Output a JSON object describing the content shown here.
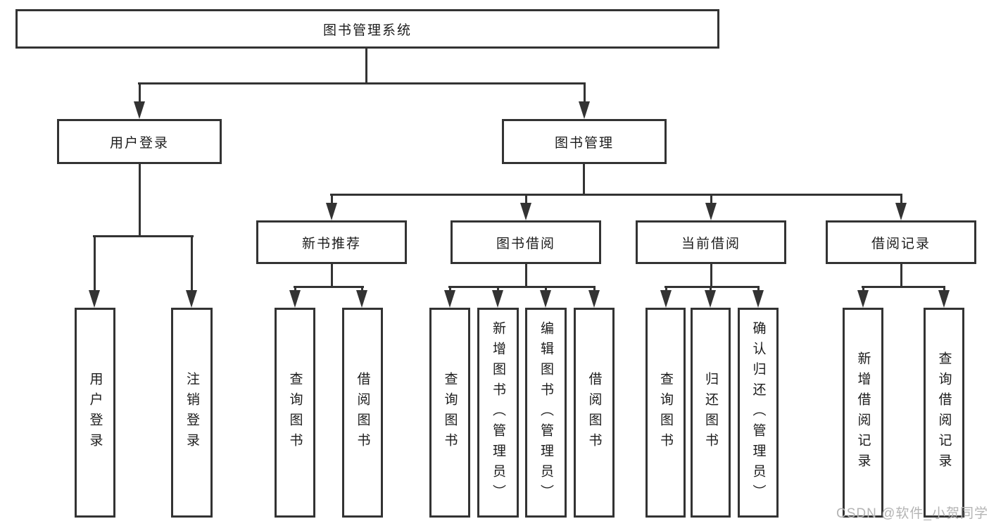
{
  "tree": {
    "root": {
      "label": "图书管理系统"
    },
    "branches": [
      {
        "label": "用户登录",
        "children": [
          {
            "label": "用户登录"
          },
          {
            "label": "注销登录"
          }
        ]
      },
      {
        "label": "图书管理",
        "children": [
          {
            "label": "新书推荐",
            "children": [
              {
                "label": "查询图书"
              },
              {
                "label": "借阅图书"
              }
            ]
          },
          {
            "label": "图书借阅",
            "children": [
              {
                "label": "查询图书"
              },
              {
                "label": "新增图书（管理员）"
              },
              {
                "label": "编辑图书（管理员）"
              },
              {
                "label": "借阅图书"
              }
            ]
          },
          {
            "label": "当前借阅",
            "children": [
              {
                "label": "查询图书"
              },
              {
                "label": "归还图书"
              },
              {
                "label": "确认归还（管理员）"
              }
            ]
          },
          {
            "label": "借阅记录",
            "children": [
              {
                "label": "新增借阅记录"
              },
              {
                "label": "查询借阅记录"
              }
            ]
          }
        ]
      }
    ]
  },
  "watermark": {
    "text": "CSDN @软件_小贺同学",
    "color": "#b4b4b4"
  },
  "colors": {
    "line": "#333333",
    "box_border": "#333333",
    "box_fill": "#ffffff",
    "text": "#1c1c1c",
    "background": "#ffffff"
  }
}
